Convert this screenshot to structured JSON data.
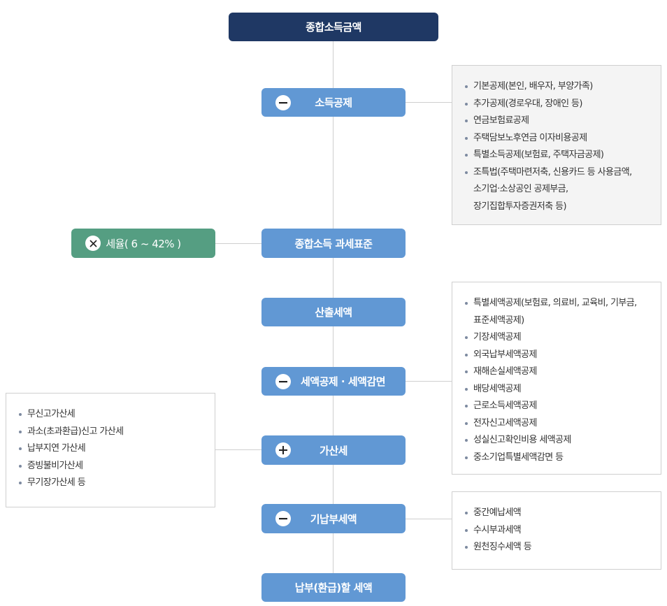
{
  "colors": {
    "top_node": "#1f3864",
    "step_node": "#6198d4",
    "rate_node": "#559e82",
    "connector": "#cfcfcf"
  },
  "flow": {
    "start": {
      "label": "종합소득금액"
    },
    "income_deduction": {
      "label": "소득공제",
      "operator": "minus-icon",
      "details": [
        "기본공제(본인, 배우자, 부양가족)",
        "추가공제(경로우대, 장애인 등)",
        "연금보험료공제",
        "주택담보노후연금 이자비용공제",
        "특별소득공제(보험료, 주택자금공제)",
        "조특법(주택마련저축, 신용카드 등 사용금액,",
        "소기업·소상공인 공제부금,",
        "장기집합투자증권저축 등)"
      ]
    },
    "tax_base": {
      "label": "종합소득 과세표준"
    },
    "tax_rate": {
      "label": "세율( 6 ~ 42% )",
      "operator": "multiply-icon"
    },
    "calculated_tax": {
      "label": "산출세액"
    },
    "tax_credit": {
      "label": "세액공제 · 세액감면",
      "operator": "minus-icon",
      "details": [
        "특별세액공제(보험료, 의료비, 교육비, 기부금,",
        "표준세액공제)",
        "기장세액공제",
        "외국납부세액공제",
        "재해손실세액공제",
        "배당세액공제",
        "근로소득세액공제",
        "전자신고세액공제",
        "성실신고확인비용 세액공제",
        "중소기업특별세액감면 등"
      ]
    },
    "penalty_tax": {
      "label": "가산세",
      "operator": "plus-icon",
      "details": [
        "무신고가산세",
        "과소(초과환급)신고 가산세",
        "납부지연 가산세",
        "증빙불비가산세",
        "무기장가산세 등"
      ]
    },
    "prepaid_tax": {
      "label": "기납부세액",
      "operator": "minus-icon",
      "details": [
        "중간예납세액",
        "수시부과세액",
        "원천징수세액 등"
      ]
    },
    "final": {
      "label": "납부(환급)할 세액"
    }
  }
}
